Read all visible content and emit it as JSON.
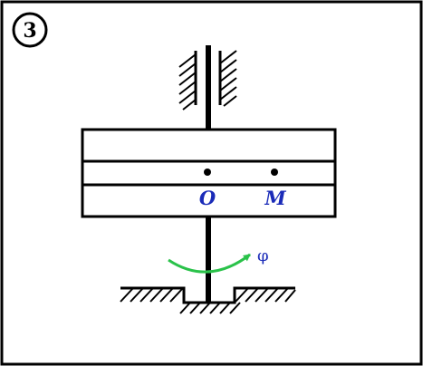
{
  "problem": {
    "number": "3"
  },
  "labels": {
    "point_o": "O",
    "point_m": "M",
    "rotation_angle": "φ"
  },
  "colors": {
    "line": "#000000",
    "label": "#1a2bb8",
    "arrow": "#2ac24a"
  }
}
